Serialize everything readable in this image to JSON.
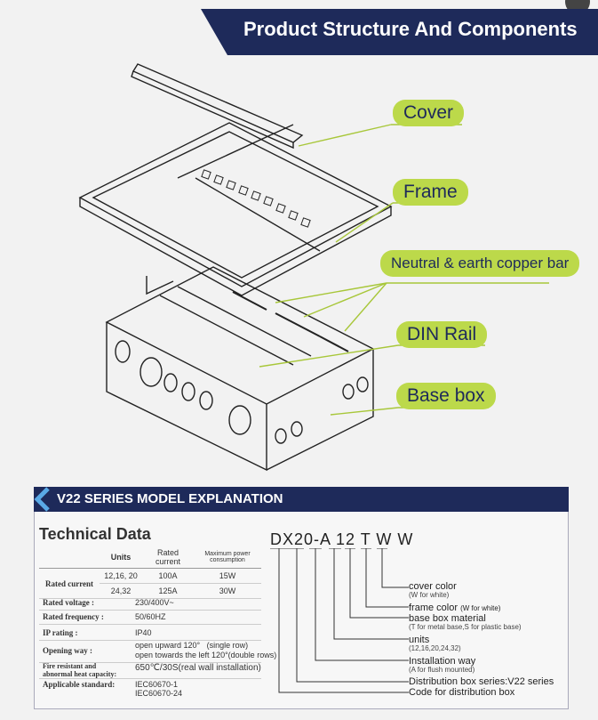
{
  "header": {
    "title": "Product Structure And Components"
  },
  "components": [
    {
      "label": "Cover"
    },
    {
      "label": "Frame"
    },
    {
      "label": "Neutral & earth copper bar"
    },
    {
      "label": "DIN Rail"
    },
    {
      "label": "Base box"
    }
  ],
  "section": {
    "title": "V22 SERIES MODEL EXPLANATION"
  },
  "technical": {
    "title": "Technical Data",
    "columns": [
      "",
      "Units",
      "Rated current",
      "Maximum power consumption"
    ],
    "rated_current_label": "Rated current",
    "rows": [
      {
        "units": "12,16, 20",
        "current": "100A",
        "power": "15W"
      },
      {
        "units": "24,32",
        "current": "125A",
        "power": "30W"
      }
    ],
    "specs": [
      {
        "key": "Rated voltage :",
        "value": "230/400V~"
      },
      {
        "key": "Rated frequency :",
        "value": "50/60HZ"
      },
      {
        "key": "IP rating :",
        "value": "IP40"
      },
      {
        "key": "Opening way :",
        "value": "open upward 120°   (single row)\nopen towards the left 120°(double rows)"
      },
      {
        "key": "Fire resistant and\nabnormal heat capacity:",
        "value": "650℃/30S(real wall installation)"
      },
      {
        "key": "Applicable standard:",
        "value": "IEC60670-1\nIEC60670-24"
      }
    ]
  },
  "model": {
    "code": "DX20-A 12 T W W",
    "legend": [
      {
        "main": "cover color",
        "sub": "(W for white)"
      },
      {
        "main": "frame color",
        "sub_inline": "(W for white)"
      },
      {
        "main": "base box material",
        "sub": "(T for metal base,S for plastic base)"
      },
      {
        "main": "units",
        "sub": "(12,16,20,24,32)"
      },
      {
        "main": "Installation way",
        "sub": "(A for flush mounted)"
      },
      {
        "main": "Distribution box series:V22 series"
      },
      {
        "main": "Code for distribution box"
      }
    ]
  }
}
